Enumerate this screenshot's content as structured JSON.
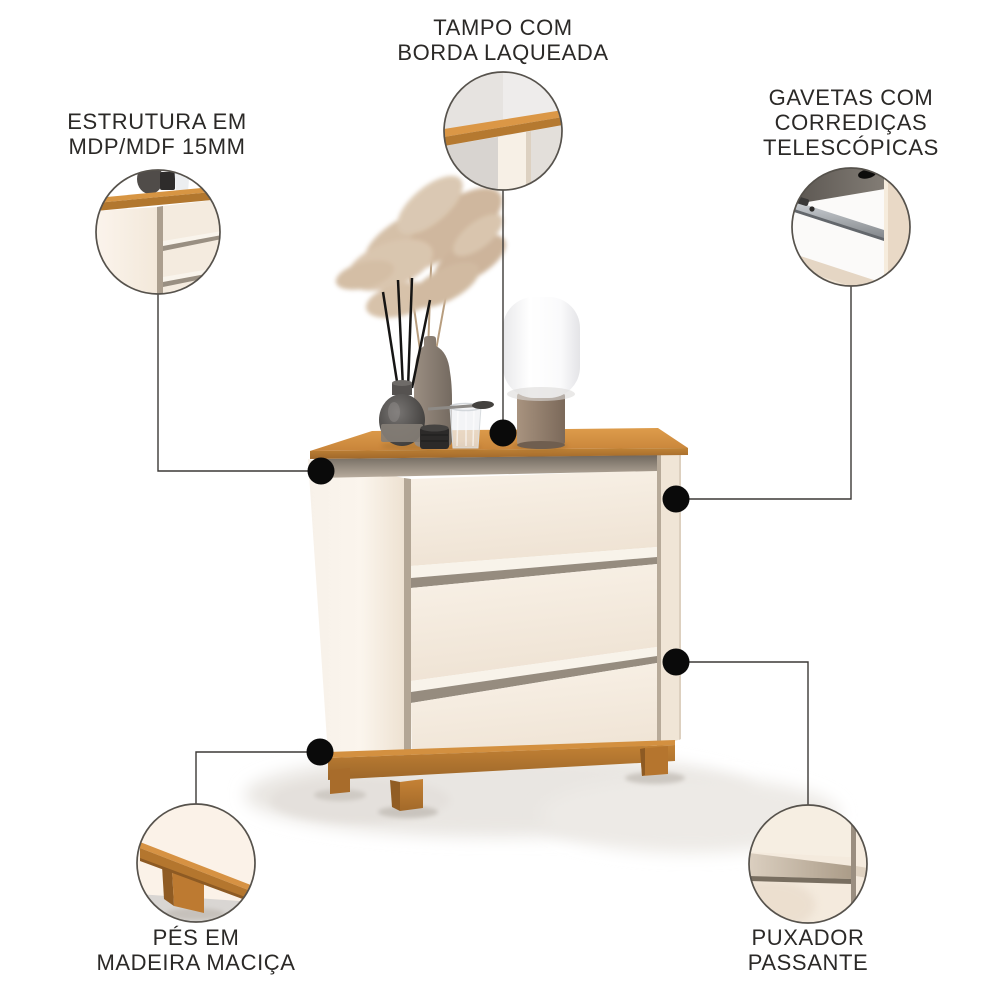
{
  "callouts": {
    "estrutura": {
      "lines": [
        "ESTRUTURA EM",
        "MDP/MDF 15MM"
      ]
    },
    "tampo": {
      "lines": [
        "TAMPO COM",
        "BORDA LAQUEADA"
      ]
    },
    "gavetas": {
      "lines": [
        "GAVETAS COM",
        "CORREDIÇAS",
        "TELESCÓPICAS"
      ]
    },
    "pes": {
      "lines": [
        "PÉS EM",
        "MADEIRA MACIÇA"
      ]
    },
    "puxador": {
      "lines": [
        "PUXADOR",
        "PASSANTE"
      ]
    }
  },
  "colors": {
    "background": "#ffffff",
    "text": "#2b2927",
    "line": "#3c3936",
    "dot": "#0a0a0a",
    "circle_border": "#56524c",
    "wood": "#c8873c",
    "body": "#f5ecdf"
  }
}
